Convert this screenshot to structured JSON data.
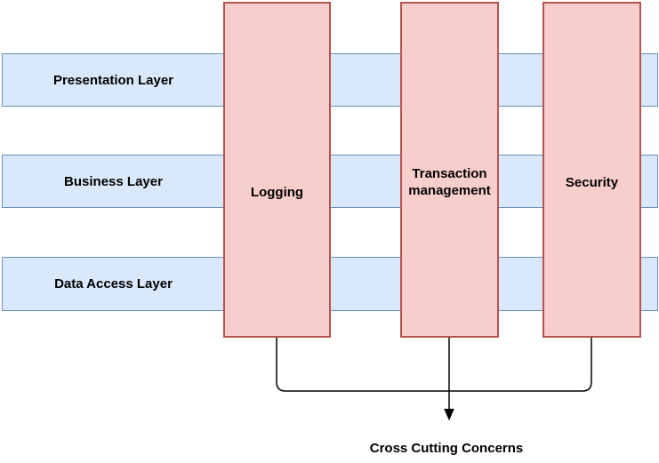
{
  "diagram": {
    "layers": [
      {
        "label": "Presentation Layer"
      },
      {
        "label": "Business Layer"
      },
      {
        "label": "Data Access Layer"
      }
    ],
    "concerns": [
      {
        "label": "Logging"
      },
      {
        "label": "Transaction management"
      },
      {
        "label": "Security"
      }
    ],
    "caption": "Cross Cutting Concerns",
    "colors": {
      "layer_fill": "#dae8fc",
      "layer_border": "#6c8ebf",
      "concern_fill": "#f8cecc",
      "concern_border": "#b85450",
      "connector": "#000000",
      "text": "#000000"
    }
  }
}
